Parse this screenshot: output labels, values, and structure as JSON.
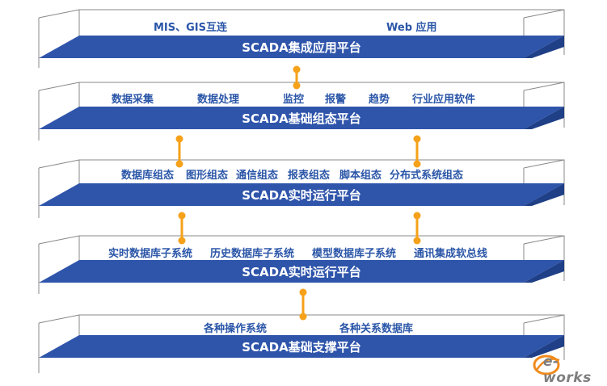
{
  "colors": {
    "band": "#2f55ab",
    "band_dark": "#1f3f86",
    "text": "#2b56a8",
    "connector": "#f5a11a",
    "frame": "#888888"
  },
  "layers": [
    {
      "band_label": "SCADA集成应用平台",
      "items": [
        "MIS、GIS互连",
        "Web 应用"
      ]
    },
    {
      "band_label": "SCADA基础组态平台",
      "items": [
        "数据采集",
        "数据处理",
        "监控",
        "报警",
        "趋势",
        "行业应用软件"
      ]
    },
    {
      "band_label": "SCADA实时运行平台",
      "items": [
        "数据库组态",
        "图形组态",
        "通信组态",
        "报表组态",
        "脚本组态",
        "分布式系统组态"
      ]
    },
    {
      "band_label": "SCADA实时运行平台",
      "items": [
        "实时数据库子系统",
        "历史数据库子系统",
        "模型数据库子系统",
        "通讯集成软总线"
      ]
    },
    {
      "band_label": "SCADA基础支撑平台",
      "items": [
        "各种操作系统",
        "各种关系数据库"
      ]
    }
  ],
  "logo": {
    "icon": "e-works-logo",
    "text": "e-works"
  }
}
